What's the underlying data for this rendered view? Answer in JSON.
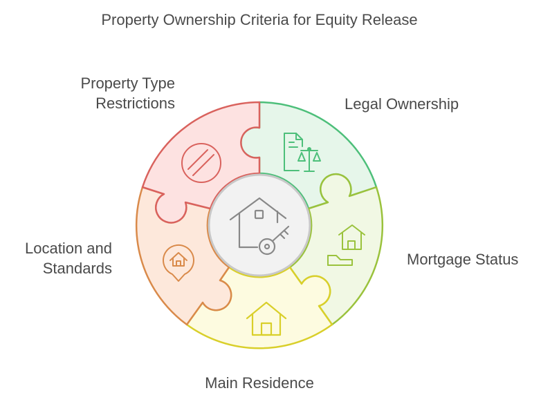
{
  "title": "Property Ownership Criteria for Equity Release",
  "segments": [
    {
      "id": "legal",
      "label": "Legal Ownership",
      "icon": "document-scales-icon",
      "stroke": "#4dbf7a",
      "fill": "#e6f6ea"
    },
    {
      "id": "mortgage",
      "label": "Mortgage Status",
      "icon": "house-hand-icon",
      "stroke": "#9ac23c",
      "fill": "#f1f8e4"
    },
    {
      "id": "main",
      "label": "Main Residence",
      "icon": "house-icon",
      "stroke": "#d9cf2a",
      "fill": "#fdfbe0"
    },
    {
      "id": "location",
      "label_lines": [
        "Location and",
        "Standards"
      ],
      "icon": "location-pin-house-icon",
      "stroke": "#d98a4a",
      "fill": "#fde8db"
    },
    {
      "id": "type",
      "label_lines": [
        "Property Type",
        "Restrictions"
      ],
      "icon": "prohibited-icon",
      "stroke": "#d9625d",
      "fill": "#fde2e1"
    }
  ],
  "center": {
    "icon": "house-key-icon",
    "stroke": "#c8c8c8",
    "fill": "#f2f2f2"
  }
}
